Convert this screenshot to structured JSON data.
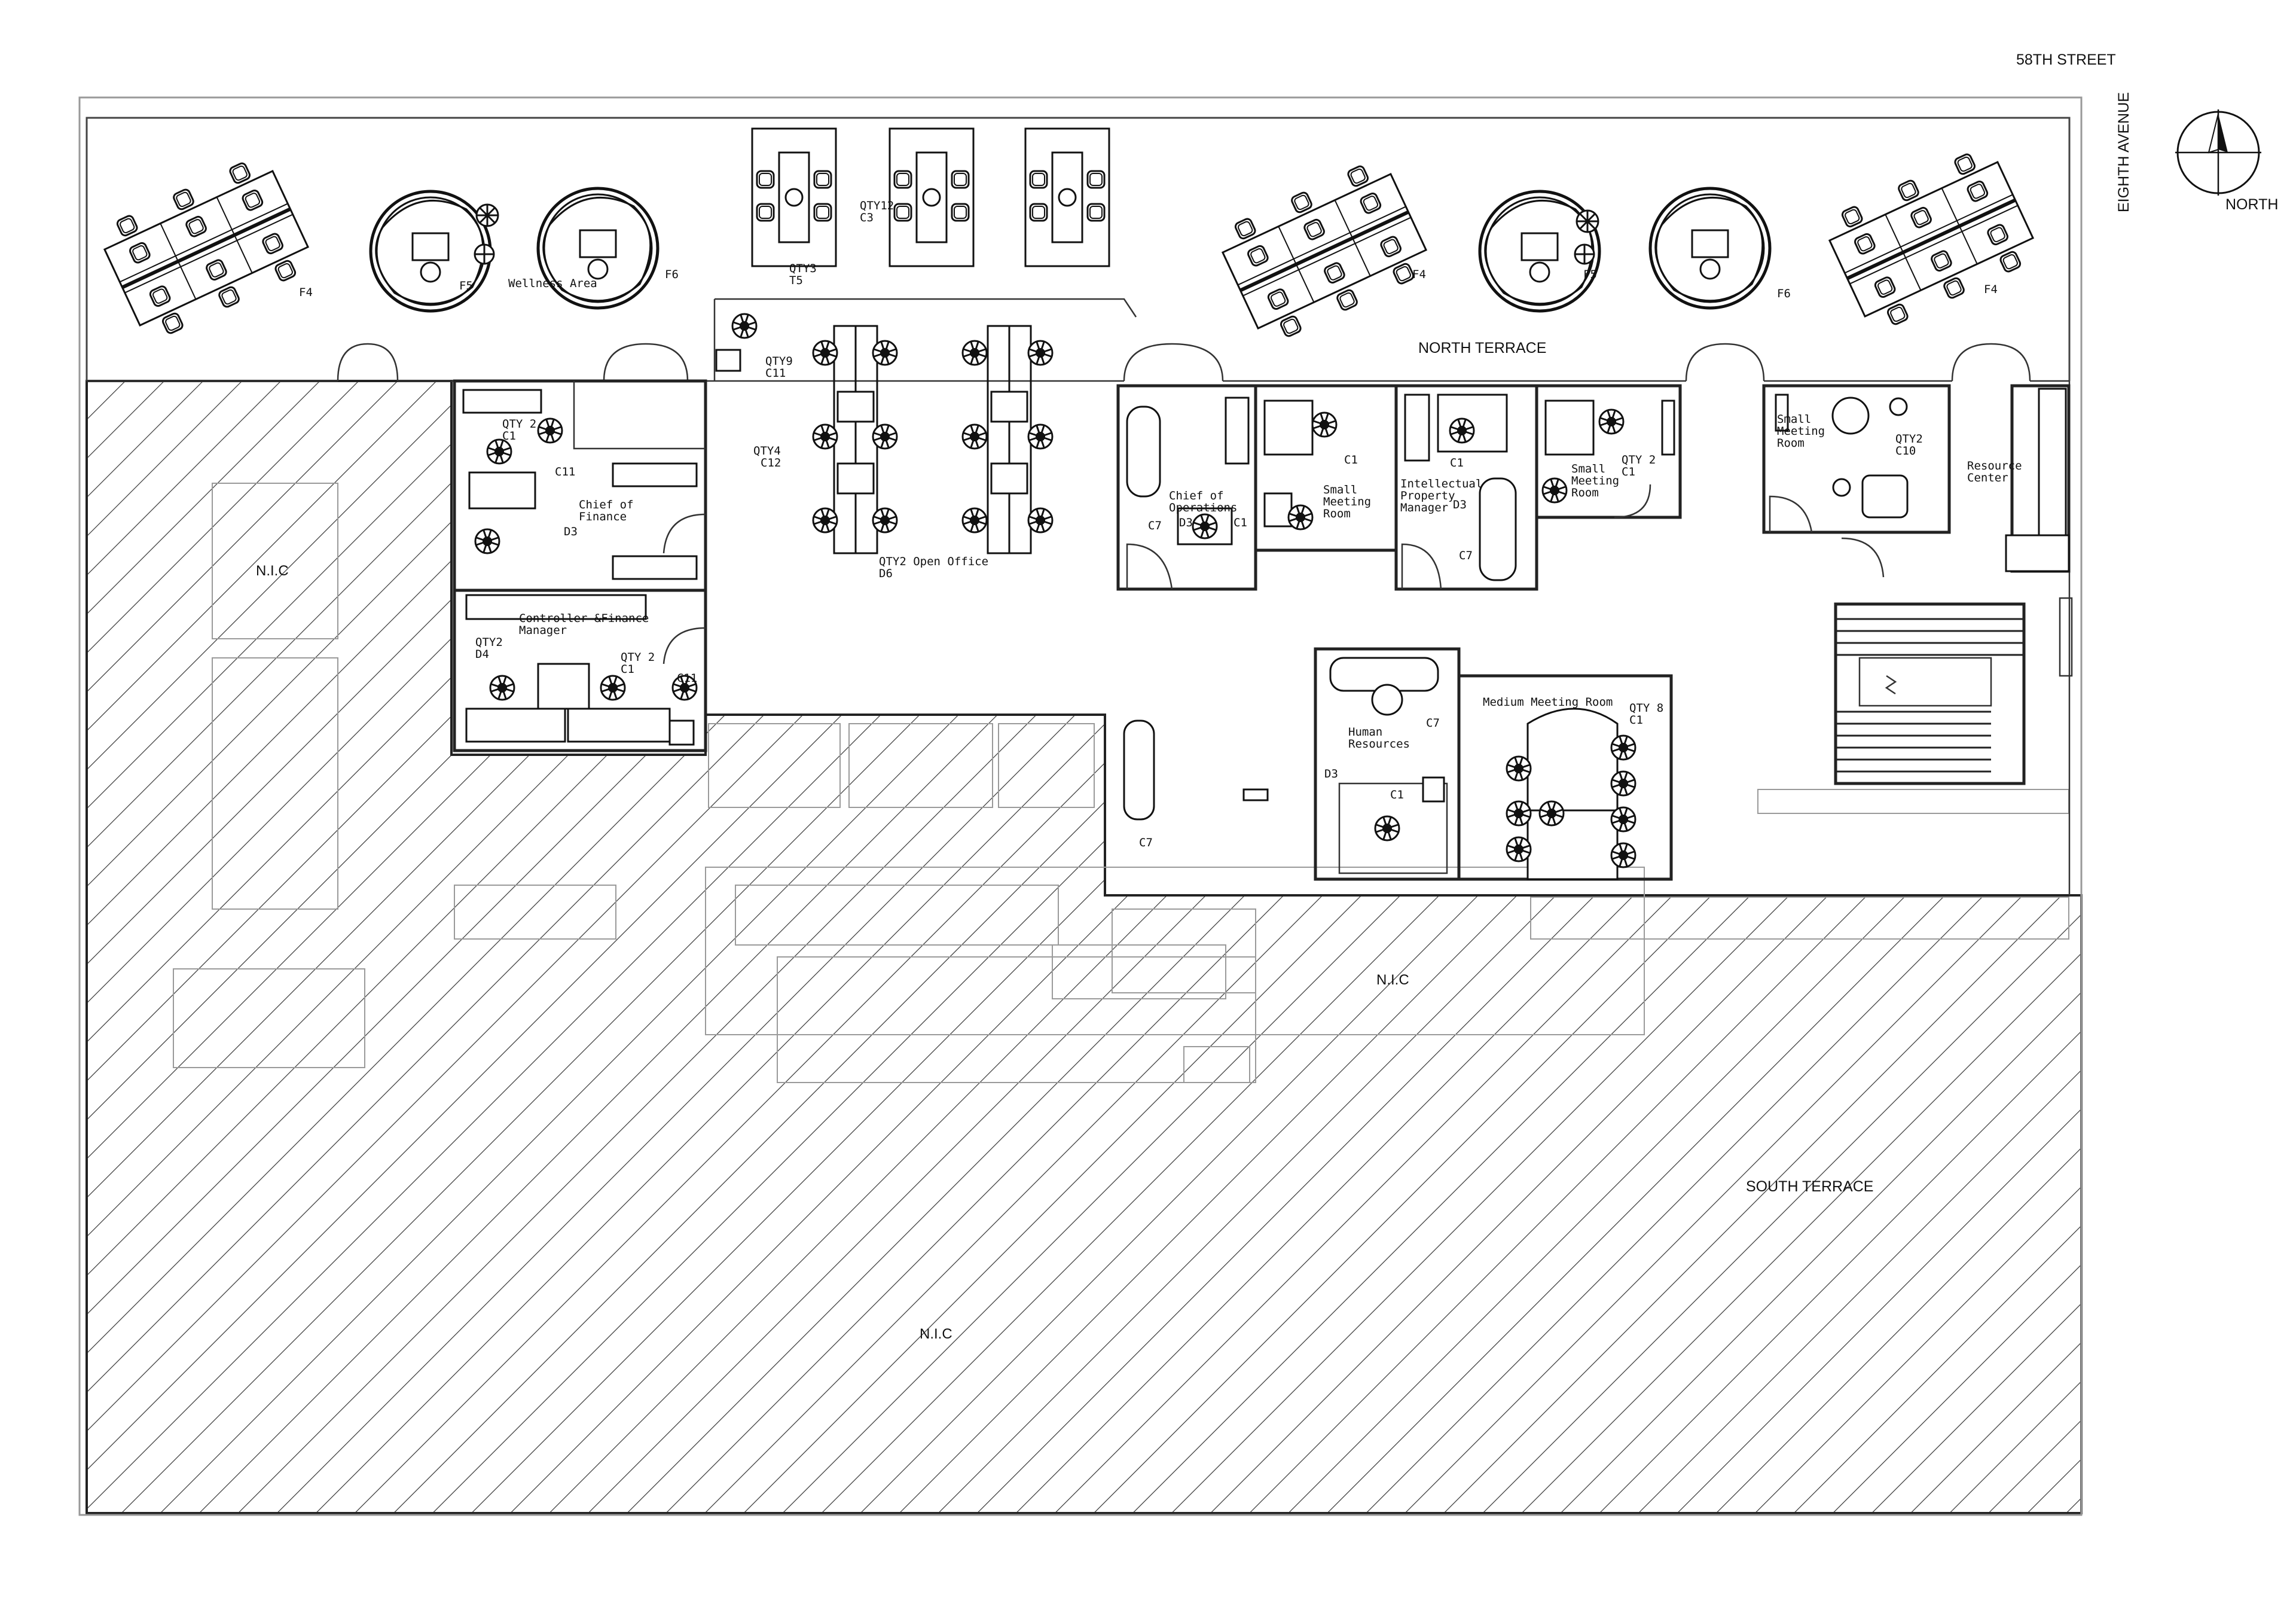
{
  "streets": {
    "top": "58TH STREET",
    "right": "EIGHTH AVENUE"
  },
  "compass": {
    "label": "NORTH"
  },
  "zones": {
    "north_terrace": "NORTH TERRACE",
    "south_terrace": "SOUTH TERRACE",
    "nic_left": "N.I.C",
    "nic_center": "N.I.C",
    "nic_bottom": "N.I.C"
  },
  "rooms": {
    "wellness": "Wellness Area",
    "cfo_1": "Chief of",
    "cfo_2": "Finance",
    "controller_1": "Controller &Finance",
    "controller_2": "Manager",
    "coo_1": "Chief of",
    "coo_2": "Operations",
    "smr1_1": "Small",
    "smr1_2": "Meeting",
    "smr1_3": "Room",
    "ipm_1": "Intellectual",
    "ipm_2": "Property",
    "ipm_3": "Manager",
    "smr2_1": "Small",
    "smr2_2": "Meeting",
    "smr2_3": "Room",
    "smr3_1": "Small",
    "smr3_2": "Meeting",
    "smr3_3": "Room",
    "resource_1": "Resource",
    "resource_2": "Center",
    "hr_1": "Human",
    "hr_2": "Resources",
    "medium": "Medium Meeting Room",
    "open_office": "QTY2 Open Office"
  },
  "tags": {
    "f4_a": "F4",
    "f5_a": "F5",
    "f6_a": "F6",
    "f4_b": "F4",
    "f5_b": "F5",
    "f6_b": "F6",
    "f4_c": "F4",
    "qty12": "QTY12",
    "c3": "C3",
    "qty3": "QTY3",
    "t5": "T5",
    "qty9": "QTY9",
    "c11_a": "C11",
    "qty4": "QTY4",
    "c12": "C12",
    "d6": "D6",
    "cfo_qty": "QTY 2",
    "cfo_c1": "C1",
    "cfo_c11": "C11",
    "cfo_d3": "D3",
    "ctrl_qty2": "QTY2",
    "ctrl_d4": "D4",
    "ctrl_qty": "QTY 2",
    "ctrl_c1": "C1",
    "ctrl_c11": "C11",
    "coo_d3": "D3",
    "coo_c1": "C1",
    "coo_c7": "C7",
    "smr1_c1": "C1",
    "ipm_c1": "C1",
    "ipm_d3": "D3",
    "ipm_c7": "C7",
    "smr2_qty": "QTY 2",
    "smr2_c1": "C1",
    "smr3_qty": "QTY2",
    "smr3_c10": "C10",
    "hr_c7": "C7",
    "hr_d3": "D3",
    "hr_c1": "C1",
    "med_qty": "QTY 8",
    "med_c1": "C1",
    "corr_c7": "C7"
  }
}
